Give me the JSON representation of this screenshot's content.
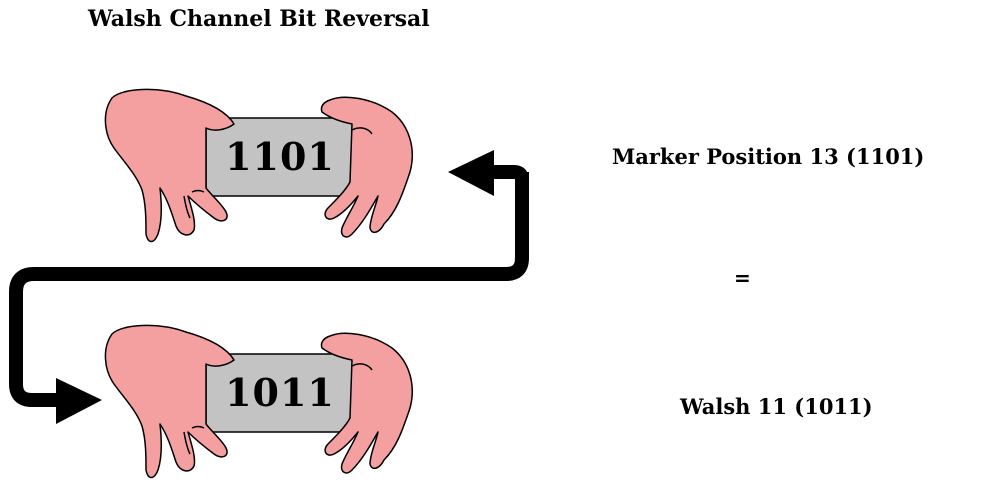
{
  "title": "Walsh Channel Bit Reversal",
  "cards": [
    {
      "bits": "1101"
    },
    {
      "bits": "1011"
    }
  ],
  "labels": {
    "marker": "Marker Position 13 (1101)",
    "equals": "=",
    "walsh": "Walsh 11 (1011)"
  },
  "colors": {
    "hand_fill": "#f5a0a0",
    "card_fill": "#c3c3c3",
    "arrow": "#000000"
  }
}
